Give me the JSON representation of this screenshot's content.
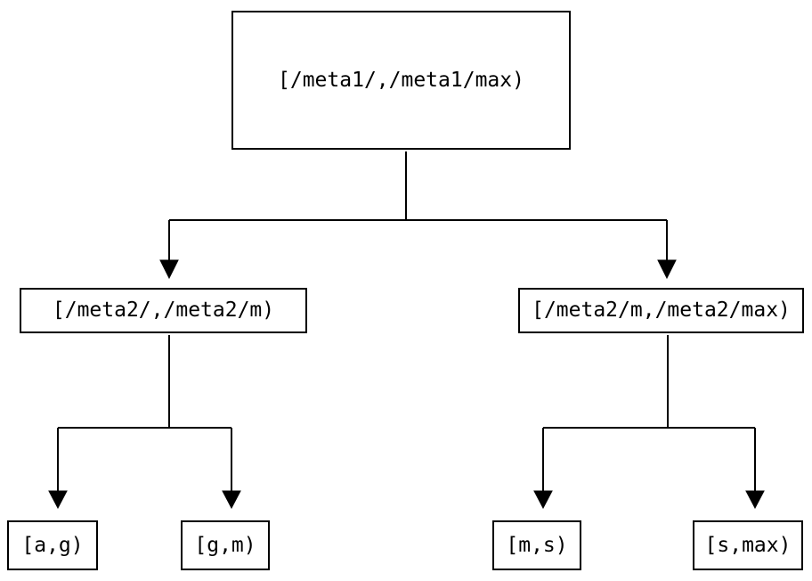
{
  "diagram": {
    "type": "tree",
    "background_color": "#ffffff",
    "line_color": "#000000",
    "text_color": "#000000",
    "nodes": {
      "root": {
        "label": "[/meta1/,/meta1/max)"
      },
      "left_child": {
        "label": "[/meta2/,/meta2/m)"
      },
      "right_child": {
        "label": "[/meta2/m,/meta2/max)"
      },
      "leaf_1": {
        "label": "[a,g)"
      },
      "leaf_2": {
        "label": "[g,m)"
      },
      "leaf_3": {
        "label": "[m,s)"
      },
      "leaf_4": {
        "label": "[s,max)"
      }
    },
    "edges": [
      {
        "from": "root",
        "to": "left_child"
      },
      {
        "from": "root",
        "to": "right_child"
      },
      {
        "from": "left_child",
        "to": "leaf_1"
      },
      {
        "from": "left_child",
        "to": "leaf_2"
      },
      {
        "from": "right_child",
        "to": "leaf_3"
      },
      {
        "from": "right_child",
        "to": "leaf_4"
      }
    ]
  }
}
